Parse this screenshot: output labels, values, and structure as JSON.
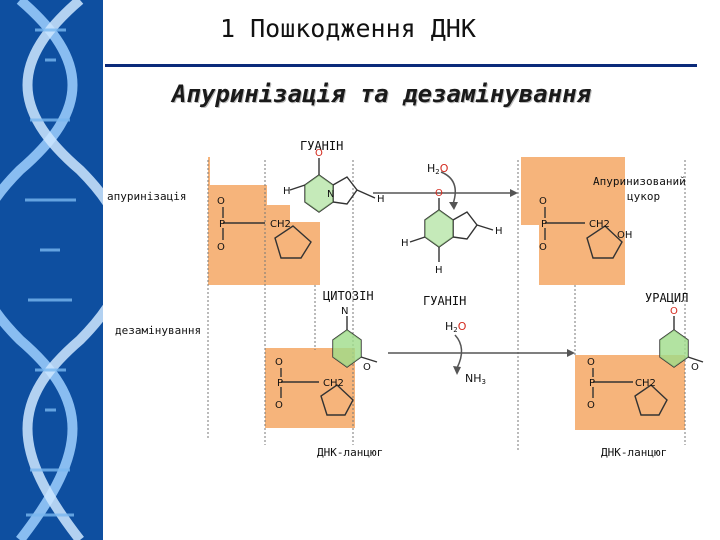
{
  "slide": {
    "title": "1 Пошкодження ДНК",
    "subtitle": "Апуринізація та дезамінування"
  },
  "diagram": {
    "guanine_top": "ГУАНІН",
    "apurinization": "апуринізація",
    "apurinic_sugar_line1": "Апуринизований",
    "apurinic_sugar_line2": "цукор",
    "cytosine": "ЦИТОЗІН",
    "guanine_free": "ГУАНІН",
    "uracil": "УРАЦИЛ",
    "deamination": "дезамінування",
    "dna_chain_left": "ДНК-ланцюг",
    "dna_chain_right": "ДНК-ланцюг",
    "water_h": "H",
    "water_sub": "2",
    "water_o": "O",
    "ammonia_n": "NH",
    "ammonia_sub": "3",
    "atom_o": "O",
    "atom_h": "H",
    "atom_n": "N",
    "atom_p": "P",
    "ch2": "CH2",
    "oh": "OH"
  }
}
